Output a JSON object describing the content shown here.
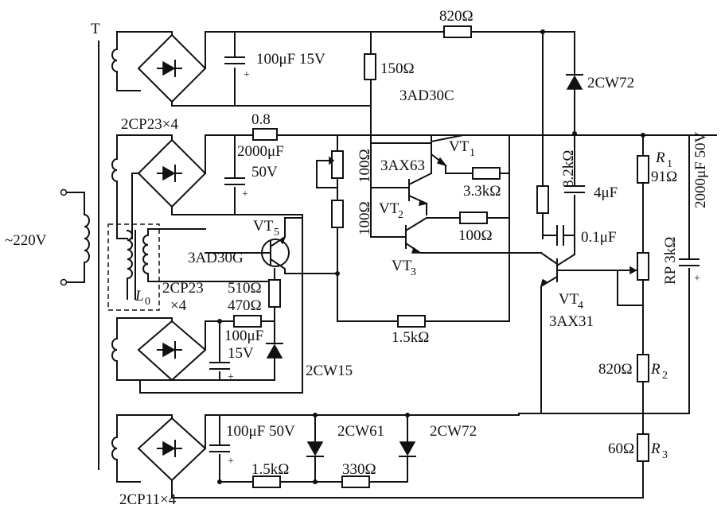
{
  "labels": {
    "transformer": "T",
    "mains": "~220V",
    "bridge1": "2CP23×4",
    "bridge2a": "2CP23",
    "bridge2b": "×4",
    "bridge4": "2CP11×4",
    "c_top": "100μF  15V",
    "r150": "150Ω",
    "r820_top": "820Ω",
    "zener_2cw72_top": "2CW72",
    "vt1_type": "3AD30C",
    "r08": "0.8",
    "c2000_left": "2000μF",
    "c2000_left_v": "50V",
    "pot100": "100Ω",
    "r100_vert": "100Ω",
    "vt2_type": "3AX63",
    "vt1": "VT",
    "vt1_sub": "1",
    "r82k": "8.2kΩ",
    "c4u": "4μF",
    "r33k": "3.3kΩ",
    "vt2": "VT",
    "vt2_sub": "2",
    "r100_h": "100Ω",
    "c01u": "0.1μF",
    "vt3": "VT",
    "vt3_sub": "3",
    "vt5": "VT",
    "vt5_sub": "5",
    "vt5_type": "3AD30G",
    "l0": "L",
    "l0_sub": "0",
    "r510": "510Ω",
    "r470": "470Ω",
    "c_bias": "100μF",
    "c_bias_v": "15V",
    "r15k_mid": "1.5kΩ",
    "vt4": "VT",
    "vt4_sub": "4",
    "vt4_type": "3AX31",
    "z2cw15": "2CW15",
    "r1": "R",
    "r1_sub": "1",
    "r1_val": "91Ω",
    "rp": "RP 3kΩ",
    "c2000_right": "2000μF 50V",
    "r2_val": "820Ω",
    "r2": "R",
    "r2_sub": "2",
    "r3_val": "60Ω",
    "r3": "R",
    "r3_sub": "3",
    "c_bottom": "100μF  50V",
    "z2cw61": "2CW61",
    "z2cw72_bot": "2CW72",
    "r15k_bot": "1.5kΩ",
    "r330": "330Ω"
  }
}
